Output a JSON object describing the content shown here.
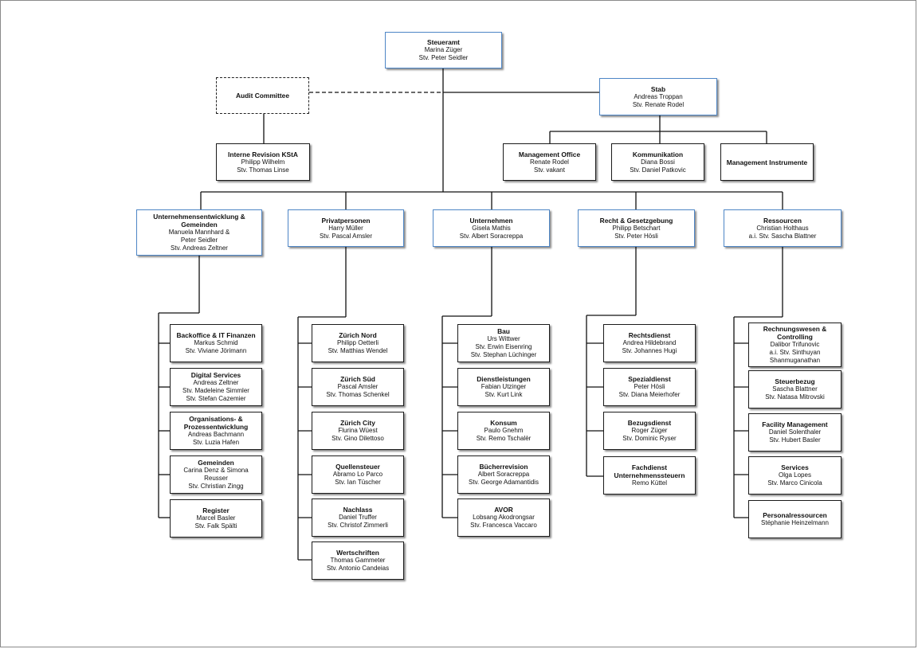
{
  "nodes": {
    "steueramt": {
      "title": "Steueramt",
      "lines": [
        "Marina Züger",
        "Stv. Peter Seidler"
      ]
    },
    "audit": {
      "title": "Audit Committee",
      "lines": []
    },
    "stab": {
      "title": "Stab",
      "lines": [
        "Andreas Troppan",
        "Stv. Renate Rodel"
      ]
    },
    "revision": {
      "title": "Interne Revision KStA",
      "lines": [
        "Philipp Wilhelm",
        "Stv. Thomas Linse"
      ]
    },
    "mgmt_office": {
      "title": "Management Office",
      "lines": [
        "Renate Rodel",
        "Stv. vakant"
      ]
    },
    "kommunikation": {
      "title": "Kommunikation",
      "lines": [
        "Diana Bossi",
        "Stv. Daniel Patkovic"
      ]
    },
    "mgmt_instr": {
      "title": "Management Instrumente",
      "lines": []
    },
    "ue": {
      "title": "Unternehmensentwicklung & Gemeinden",
      "lines": [
        "Manuela Mannhard &",
        "Peter Seidler",
        "Stv. Andreas Zeltner"
      ]
    },
    "pp": {
      "title": "Privatpersonen",
      "lines": [
        "Harry Müller",
        "Stv. Pascal Amsler"
      ]
    },
    "un": {
      "title": "Unternehmen",
      "lines": [
        "Gisela Mathis",
        "Stv. Albert Soracreppa"
      ]
    },
    "rg": {
      "title": "Recht & Gesetzgebung",
      "lines": [
        "Philipp Betschart",
        "Stv. Peter Hösli"
      ]
    },
    "rs": {
      "title": "Ressourcen",
      "lines": [
        "Christian Holthaus",
        "a.i. Stv. Sascha Blattner"
      ]
    },
    "backoffice": {
      "title": "Backoffice & IT Finanzen",
      "lines": [
        "Markus Schmid",
        "Stv. Viviane Jörimann"
      ]
    },
    "digital": {
      "title": "Digital Services",
      "lines": [
        "Andreas Zeltner",
        "Stv. Madeleine Simmler",
        "Stv. Stefan Cazemier"
      ]
    },
    "orga": {
      "title": "Organisations- & Prozessentwicklung",
      "lines": [
        "Andreas Bachmann",
        "Stv. Luzia Hafen"
      ]
    },
    "gemeinden": {
      "title": "Gemeinden",
      "lines": [
        "Carina Denz & Simona",
        "Reusser",
        "Stv. Christian Zingg"
      ]
    },
    "register": {
      "title": "Register",
      "lines": [
        "Marcel Basler",
        "Stv. Falk Spälti"
      ]
    },
    "zh_nord": {
      "title": "Zürich Nord",
      "lines": [
        "Philipp Oetterli",
        "Stv. Matthias Wendel"
      ]
    },
    "zh_sued": {
      "title": "Zürich Süd",
      "lines": [
        "Pascal Amsler",
        "Stv. Thomas Schenkel"
      ]
    },
    "zh_city": {
      "title": "Zürich City",
      "lines": [
        "Flurina Wüest",
        "Stv. Gino Dilettoso"
      ]
    },
    "quellen": {
      "title": "Quellensteuer",
      "lines": [
        "Abramo Lo Parco",
        "Stv. Ian Tüscher"
      ]
    },
    "nachlass": {
      "title": "Nachlass",
      "lines": [
        "Daniel Truffer",
        "Stv. Christof Zimmerli"
      ]
    },
    "wertschriften": {
      "title": "Wertschriften",
      "lines": [
        "Thomas Gammeter",
        "Stv. Antonio Candeias"
      ]
    },
    "bau": {
      "title": "Bau",
      "lines": [
        "Urs Wittwer",
        "Stv. Erwin Eisenring",
        "Stv. Stephan Lüchinger"
      ]
    },
    "dienst": {
      "title": "Dienstleistungen",
      "lines": [
        "Fabian Utzinger",
        "Stv. Kurt Link"
      ]
    },
    "konsum": {
      "title": "Konsum",
      "lines": [
        "Paulo Gnehm",
        "Stv. Remo Tschalèr"
      ]
    },
    "buecher": {
      "title": "Bücherrevision",
      "lines": [
        "Albert Soracreppa",
        "Stv. George Adamantidis"
      ]
    },
    "avor": {
      "title": "AVOR",
      "lines": [
        "Lobsang Akodrongsar",
        "Stv. Francesca Vaccaro"
      ]
    },
    "rechtsdienst": {
      "title": "Rechtsdienst",
      "lines": [
        "Andrea Hildebrand",
        "Stv. Johannes Hugi"
      ]
    },
    "spezial": {
      "title": "Spezialdienst",
      "lines": [
        "Peter Hösli",
        "Stv. Diana Meierhofer"
      ]
    },
    "bezug": {
      "title": "Bezugsdienst",
      "lines": [
        "Roger Züger",
        "Stv. Dominic Ryser"
      ]
    },
    "fachdienst": {
      "title": "Fachdienst Unternehmenssteuern",
      "lines": [
        "Remo Küttel"
      ]
    },
    "rechnung": {
      "title": "Rechnungswesen & Controlling",
      "lines": [
        "Dalibor Trifunovic",
        "a.i. Stv. Sinthuyan",
        "Shanmuganathan"
      ]
    },
    "steuerbezug": {
      "title": "Steuerbezug",
      "lines": [
        "Sascha Blattner",
        "Stv. Natasa Mitrovski"
      ]
    },
    "facility": {
      "title": "Facility Management",
      "lines": [
        "Daniel Solenthaler",
        "Stv. Hubert Basler"
      ]
    },
    "services": {
      "title": "Services",
      "lines": [
        "Olga Lopes",
        "Stv. Marco Cinicola"
      ]
    },
    "personal": {
      "title": "Personalressourcen",
      "lines": [
        "Stéphanie Heinzelmann"
      ]
    }
  }
}
